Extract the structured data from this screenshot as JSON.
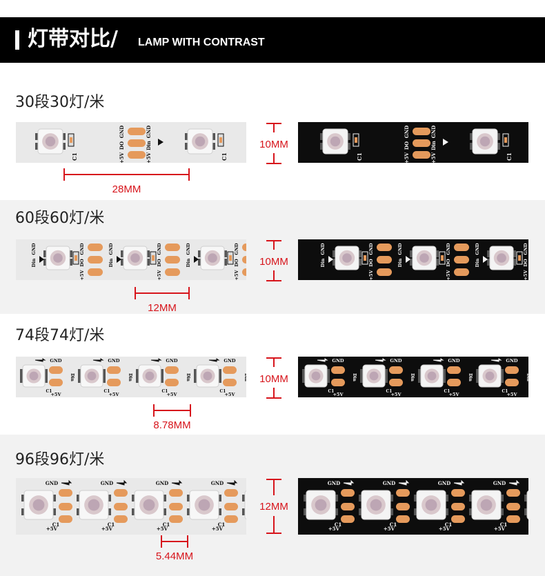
{
  "header": {
    "title": "灯带对比/",
    "subtitle": "LAMP WITH CONTRAST"
  },
  "sections": [
    {
      "label": "30段30灯/米",
      "height_label": "10MM",
      "pitch_label": "28MM"
    },
    {
      "label": "60段60灯/米",
      "height_label": "10MM",
      "pitch_label": "12MM"
    },
    {
      "label": "74段74灯/米",
      "height_label": "10MM",
      "pitch_label": "8.78MM"
    },
    {
      "label": "96段96灯/米",
      "height_label": "12MM",
      "pitch_label": "5.44MM"
    }
  ],
  "pad_labels": {
    "gnd": "GND",
    "v5": "+5V",
    "din": "Din",
    "do": "DO",
    "c1": "C1"
  },
  "colors": {
    "accent_red": "#d7141b",
    "pad_copper": "#e59a5c",
    "strip_white": "#e9e9e9",
    "strip_black": "#0d0d0d",
    "header_bg": "#000000"
  }
}
